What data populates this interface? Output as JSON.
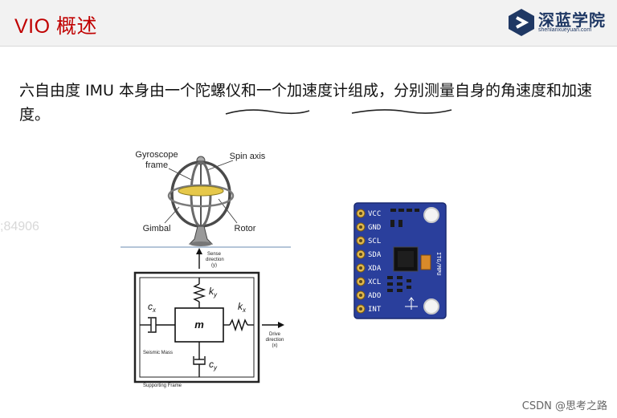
{
  "slide": {
    "title": "VIO 概述",
    "logo_cn": "深蓝学院",
    "logo_en": "shenlanxueyuan.com",
    "body_text": "六自由度 IMU 本身由一个陀螺仪和一个加速度计组成，分别测量自身的角速度和加速度。"
  },
  "gyro_figure": {
    "gyroscope_frame": [
      "Gyroscope",
      "frame"
    ],
    "spin_axis": "Spin axis",
    "gimbal": "Gimbal",
    "rotor": "Rotor",
    "sense_direction": [
      "Sense",
      "direction",
      "(y)"
    ],
    "drive_direction": [
      "Drive",
      "direction",
      "(x)"
    ],
    "k_y": "k",
    "k_y_sub": "y",
    "k_x": "k",
    "k_x_sub": "x",
    "c_x": "c",
    "c_x_sub": "x",
    "c_y": "c",
    "c_y_sub": "y",
    "mass": "m",
    "seismic_mass": "Seismic Mass",
    "supporting_frame": "Supporting Frame"
  },
  "board": {
    "pins": [
      "VCC",
      "GND",
      "SCL",
      "SDA",
      "XDA",
      "XCL",
      "ADO",
      "INT"
    ],
    "chip_label": "ITG/MPU"
  },
  "watermark": ";84906",
  "credit": "CSDN @思考之路"
}
